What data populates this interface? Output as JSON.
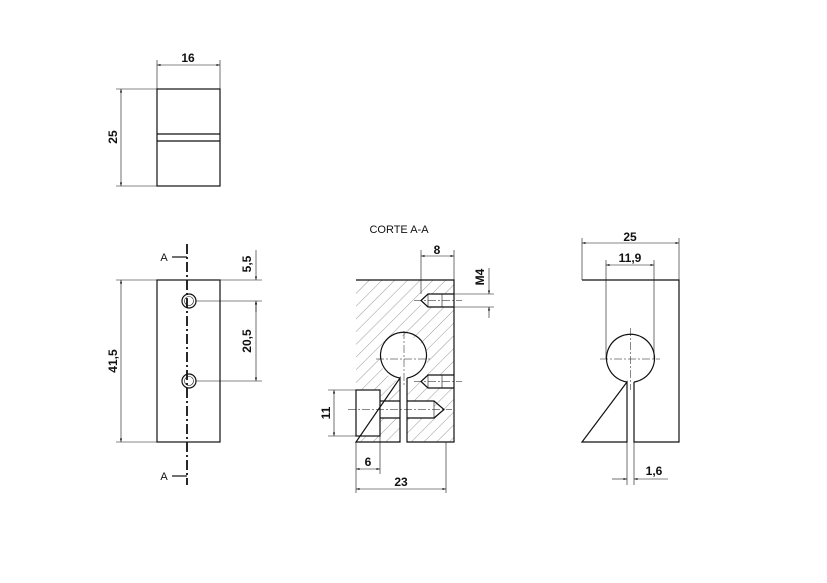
{
  "views": {
    "top": {
      "width_dim": "16",
      "height_dim": "25"
    },
    "front": {
      "height_dim": "41,5",
      "top_offset_dim": "5,5",
      "hole_spacing_dim": "20,5",
      "section_label_top": "A",
      "section_label_bottom": "A"
    },
    "section": {
      "title": "CORTE A-A",
      "offset_dim": "8",
      "thread_dim": "M4",
      "height_dim": "11",
      "small_width_dim": "6",
      "width_dim": "23"
    },
    "side": {
      "width_dim": "25",
      "bore_dim": "11,9",
      "slot_dim": "1,6"
    }
  }
}
